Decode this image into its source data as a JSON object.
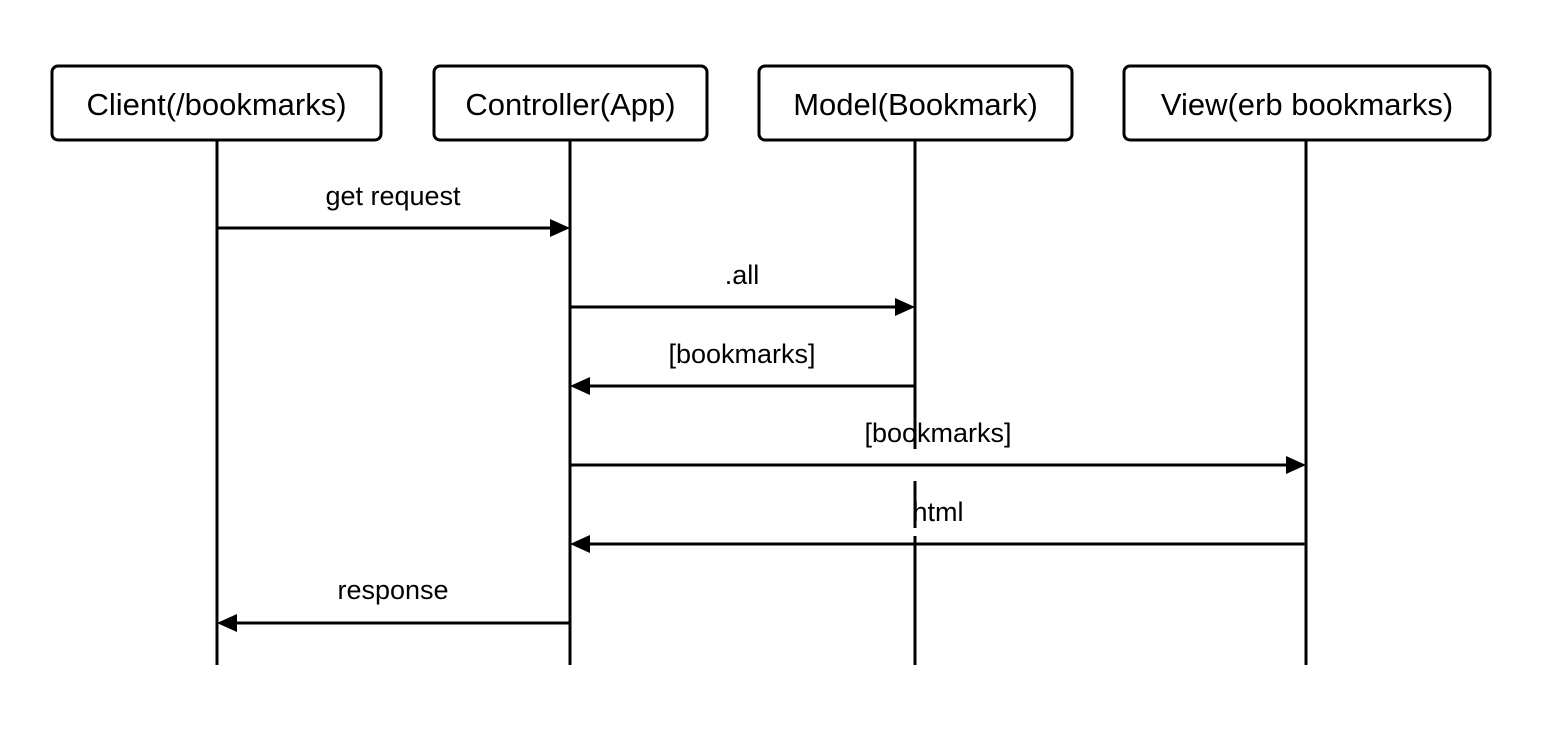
{
  "participants": [
    {
      "id": "client",
      "label": "Client(/bookmarks)"
    },
    {
      "id": "controller",
      "label": "Controller(App)"
    },
    {
      "id": "model",
      "label": "Model(Bookmark)"
    },
    {
      "id": "view",
      "label": "View(erb bookmarks)"
    }
  ],
  "messages": [
    {
      "from": "client",
      "to": "controller",
      "label": "get request"
    },
    {
      "from": "controller",
      "to": "model",
      "label": ".all"
    },
    {
      "from": "model",
      "to": "controller",
      "label": "[bookmarks]"
    },
    {
      "from": "controller",
      "to": "view",
      "label": "[bookmarks]"
    },
    {
      "from": "view",
      "to": "controller",
      "label": "html"
    },
    {
      "from": "controller",
      "to": "client",
      "label": "response"
    }
  ]
}
